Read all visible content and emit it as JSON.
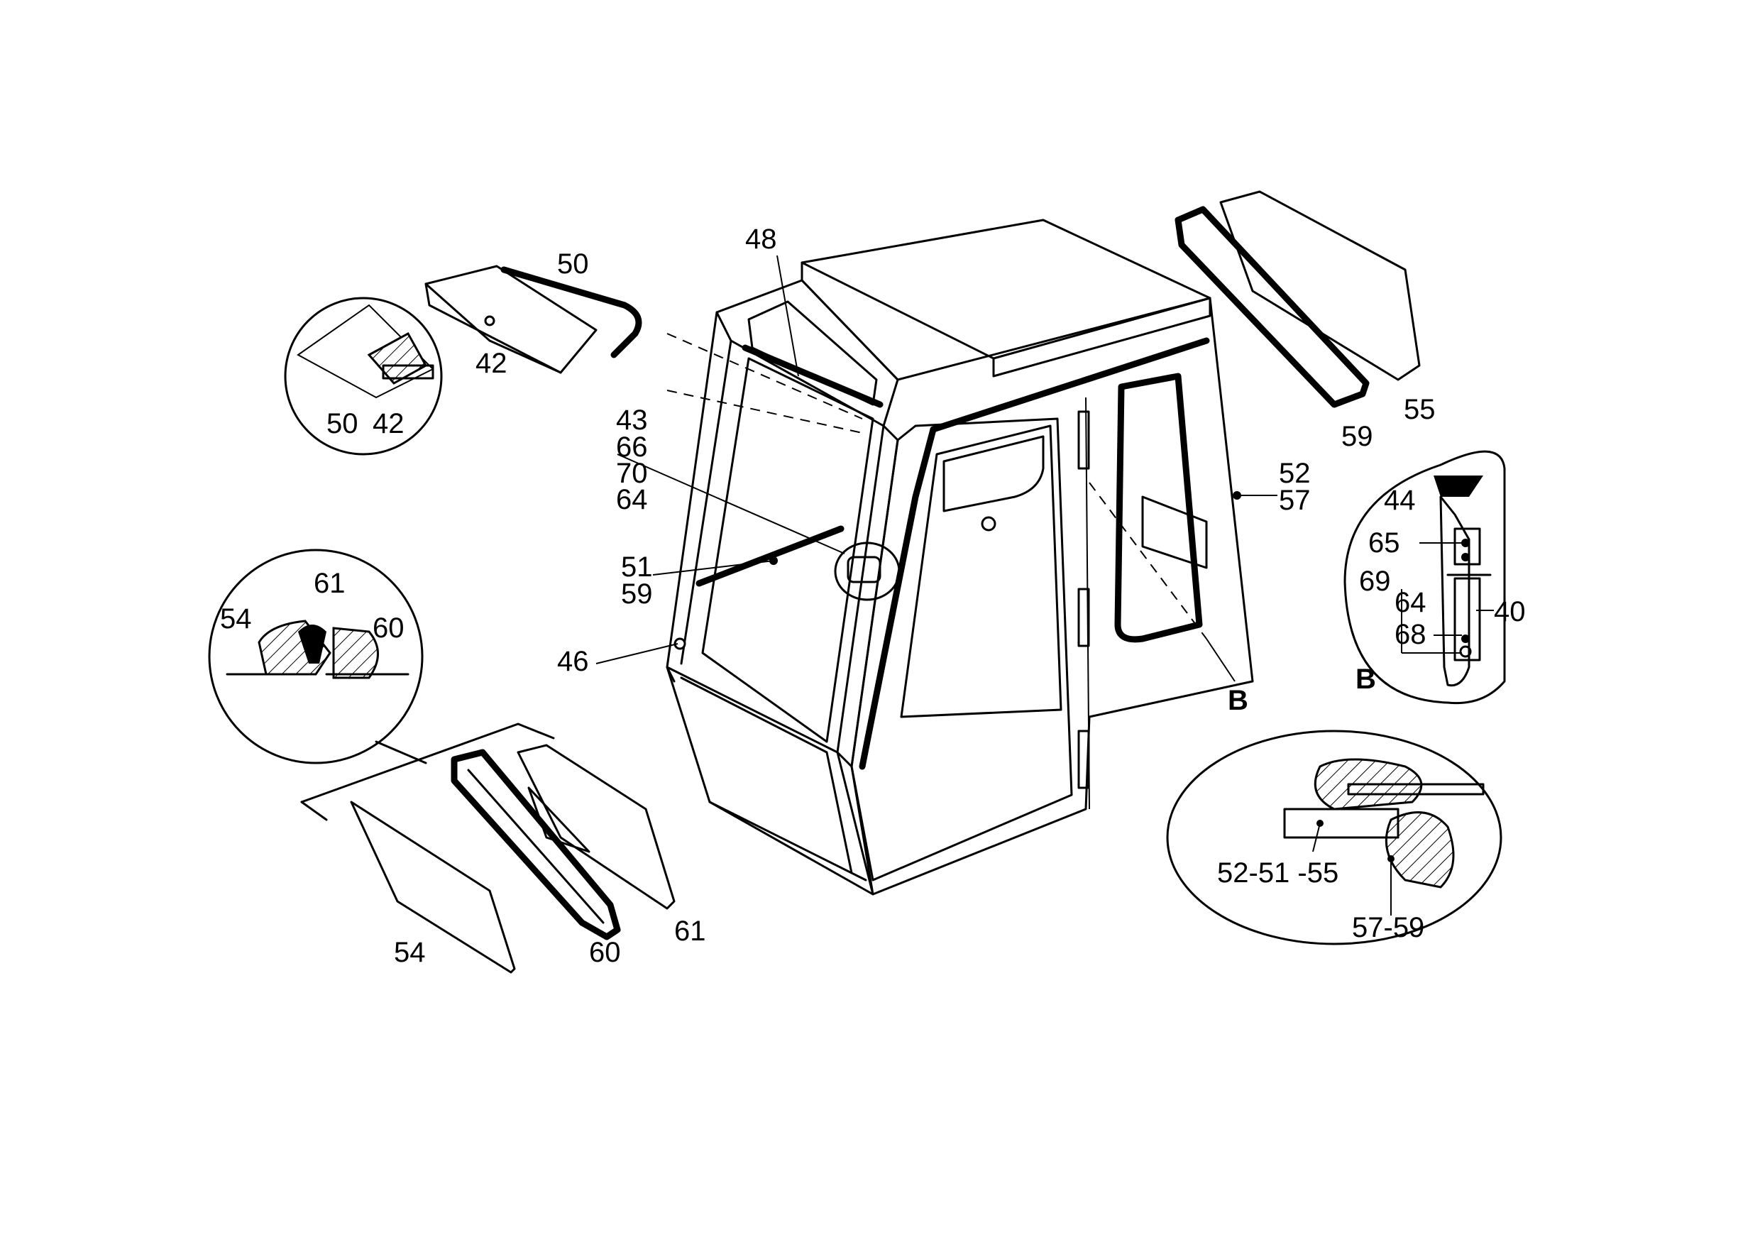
{
  "labels": {
    "l48": "48",
    "l50": "50",
    "l42": "42",
    "l50d": "50",
    "l42d": "42",
    "l43": "43",
    "l66": "66",
    "l70": "70",
    "l64a": "64",
    "l51": "51",
    "l59a": "59",
    "l46": "46",
    "l61a": "61",
    "l54a": "54",
    "l60a": "60",
    "l54b": "54",
    "l60b": "60",
    "l61b": "61",
    "l59b": "59",
    "l55": "55",
    "l52": "52",
    "l57": "57",
    "l44": "44",
    "l65": "65",
    "l69": "69",
    "l64b": "64",
    "l40": "40",
    "l68": "68",
    "lB1": "B",
    "lB2": "B",
    "l525155": "52-51 -55",
    "l5759": "57-59"
  }
}
